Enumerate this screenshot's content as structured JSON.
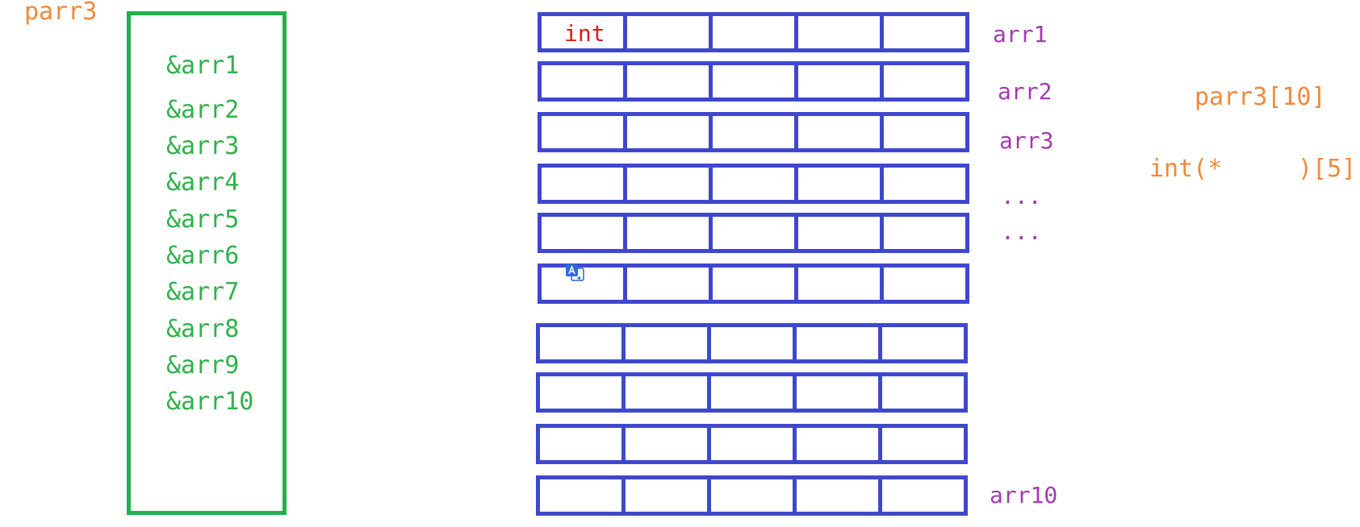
{
  "parr3_label": "parr3",
  "pointer_entries": [
    "&arr1",
    "&arr2",
    "&arr3",
    "&arr4",
    "&arr5",
    "&arr6",
    "&arr7",
    "&arr8",
    "&arr9",
    "&arr10"
  ],
  "first_cell_label": "int",
  "row_labels": {
    "arr1": "arr1",
    "arr2": "arr2",
    "arr3": "arr3",
    "dots1": "...",
    "dots2": "...",
    "arr10": "arr10"
  },
  "annotations": {
    "parr3_decl": "parr3[10]",
    "type_left": "int(*",
    "type_right": ")[5]"
  },
  "layout_info": {
    "rows": 10,
    "cells_per_row": 5
  },
  "colors": {
    "orange": "#f0893a",
    "green": "#2fb24a",
    "purple": "#a33bb0",
    "blue": "#3f48cc",
    "red": "#e01b1b"
  },
  "icons": [
    "translate-icon"
  ]
}
